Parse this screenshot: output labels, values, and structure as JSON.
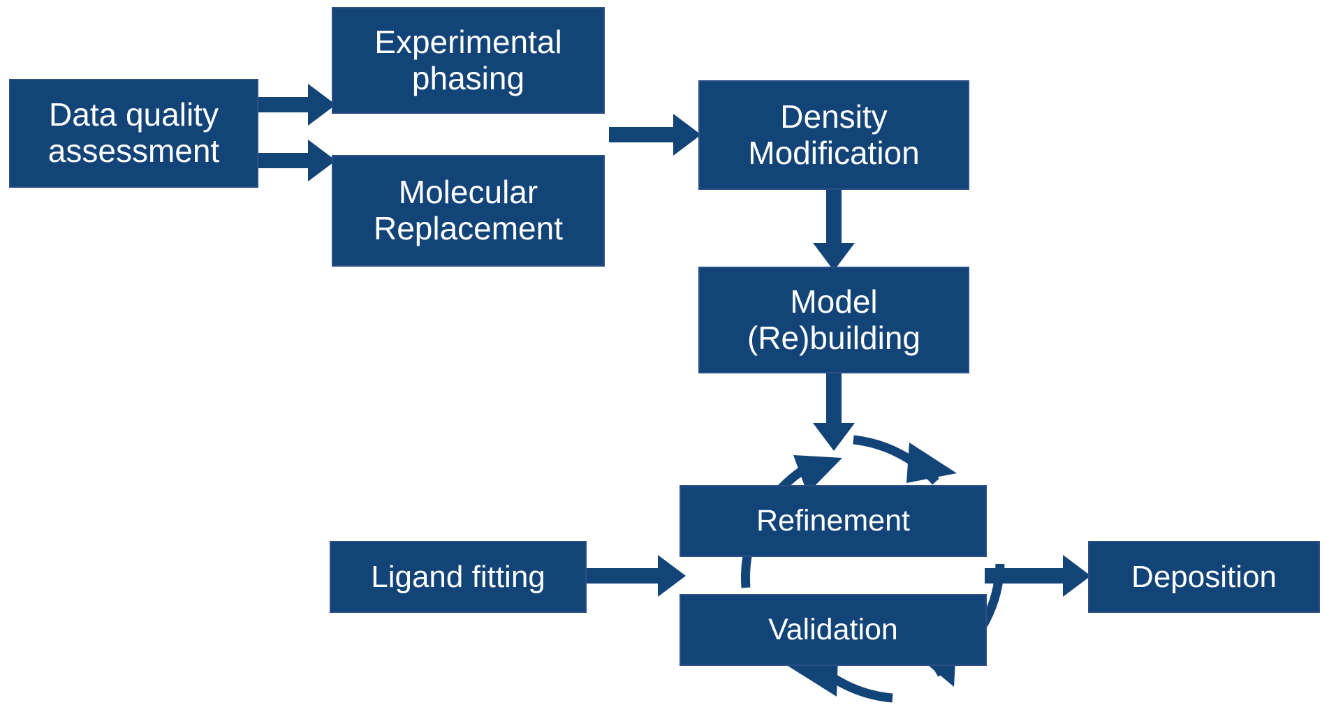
{
  "diagram": {
    "title": "Macromolecular crystallography structure determination workflow",
    "background_color": "#ffffff",
    "node_color": "#134478",
    "node_border_color": "#2b4f86",
    "text_color": "#ffffff",
    "arrow_color": "#134478"
  },
  "nodes": {
    "data_quality": {
      "label": "Data quality\nassessment"
    },
    "experimental_phasing": {
      "label": "Experimental\nphasing"
    },
    "molecular_replacement": {
      "label": "Molecular\nReplacement"
    },
    "density_modification": {
      "label": "Density\nModification"
    },
    "model_rebuilding": {
      "label": "Model\n(Re)building"
    },
    "refinement": {
      "label": "Refinement"
    },
    "validation": {
      "label": "Validation"
    },
    "ligand_fitting": {
      "label": "Ligand fitting"
    },
    "deposition": {
      "label": "Deposition"
    }
  },
  "edges": [
    {
      "from": "data_quality",
      "to": "experimental_phasing",
      "style": "straight-arrow",
      "direction": "right"
    },
    {
      "from": "data_quality",
      "to": "molecular_replacement",
      "style": "straight-arrow",
      "direction": "right"
    },
    {
      "from": "phasing_group",
      "to": "density_modification",
      "style": "straight-arrow",
      "direction": "right"
    },
    {
      "from": "density_modification",
      "to": "model_rebuilding",
      "style": "straight-arrow",
      "direction": "down"
    },
    {
      "from": "model_rebuilding",
      "to": "refinement_validation_cycle",
      "style": "straight-arrow",
      "direction": "down"
    },
    {
      "from": "ligand_fitting",
      "to": "refinement_validation_cycle",
      "style": "straight-arrow",
      "direction": "right"
    },
    {
      "from": "refinement_validation_cycle",
      "to": "deposition",
      "style": "straight-arrow",
      "direction": "right"
    },
    {
      "from": "refinement",
      "to": "validation",
      "style": "curved-cycle-arrow",
      "direction": "clockwise"
    },
    {
      "from": "validation",
      "to": "refinement",
      "style": "curved-cycle-arrow",
      "direction": "clockwise"
    }
  ]
}
